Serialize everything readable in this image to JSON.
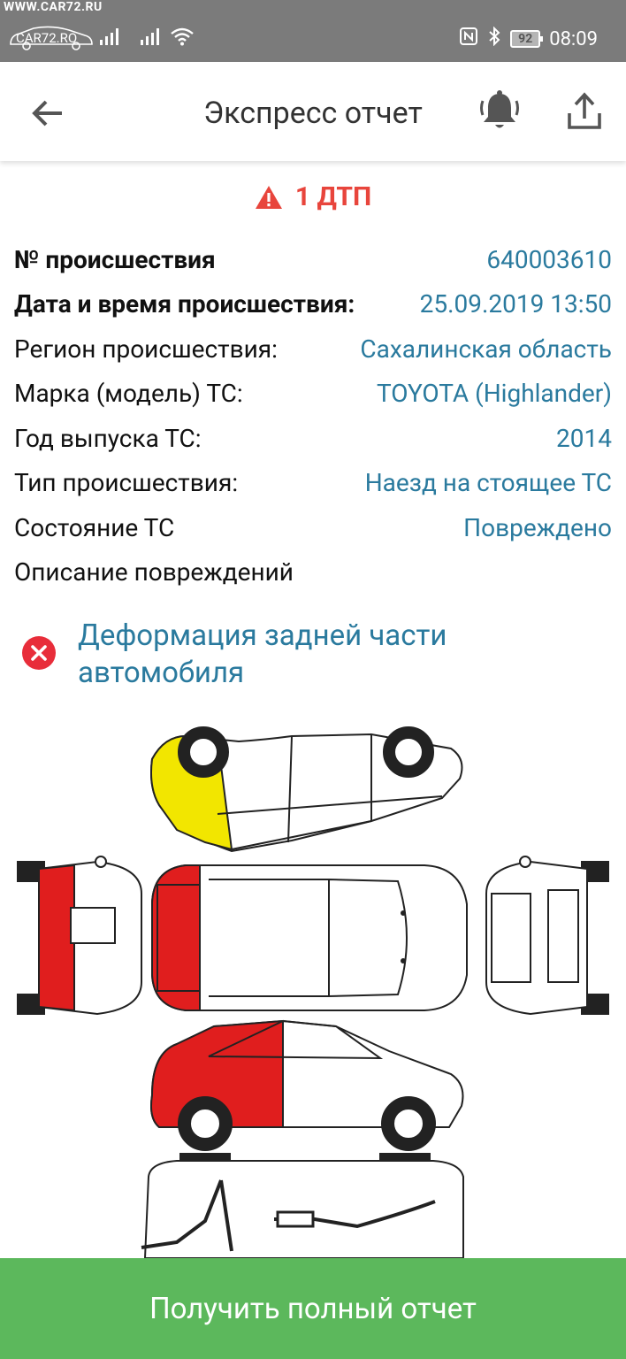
{
  "status_bar": {
    "watermark": "WWW.CAR72.RU",
    "logo_text": "CAR72.RO",
    "battery": "92",
    "time": "08:09"
  },
  "app_bar": {
    "title": "Экспресс отчет",
    "back_icon": "arrow-left-icon",
    "bell_icon": "bell-icon",
    "share_icon": "share-icon"
  },
  "accidents": {
    "label": "1 ДТП",
    "icon": "warning-triangle-icon",
    "color": "#e8453c"
  },
  "details": [
    {
      "label": "№ происшествия",
      "value": "640003610",
      "bold": true
    },
    {
      "label": "Дата и время происшествия:",
      "value": "25.09.2019 13:50",
      "bold": true
    },
    {
      "label": "Регион происшествия:",
      "value": "Сахалинская область",
      "bold": false
    },
    {
      "label": "Марка (модель) ТС:",
      "value": "TOYOTA (Highlander)",
      "bold": false
    },
    {
      "label": "Год выпуска ТС:",
      "value": "2014",
      "bold": false
    },
    {
      "label": "Тип происшествия:",
      "value": "Наезд на стоящее ТС",
      "bold": false
    },
    {
      "label": "Состояние ТС",
      "value": "Повреждено",
      "bold": false
    },
    {
      "label": "Описание повреждений",
      "value": "",
      "bold": false
    }
  ],
  "damage": {
    "line1": "Деформация задней части",
    "line2": "автомобиля",
    "icon": "error-x-icon"
  },
  "colors": {
    "accent_value": "#2a7a9e",
    "damage_red": "#e01e1e",
    "damage_yellow": "#f2e600",
    "cta_green": "#5cb85c"
  },
  "cta": {
    "label": "Получить полный отчет"
  }
}
